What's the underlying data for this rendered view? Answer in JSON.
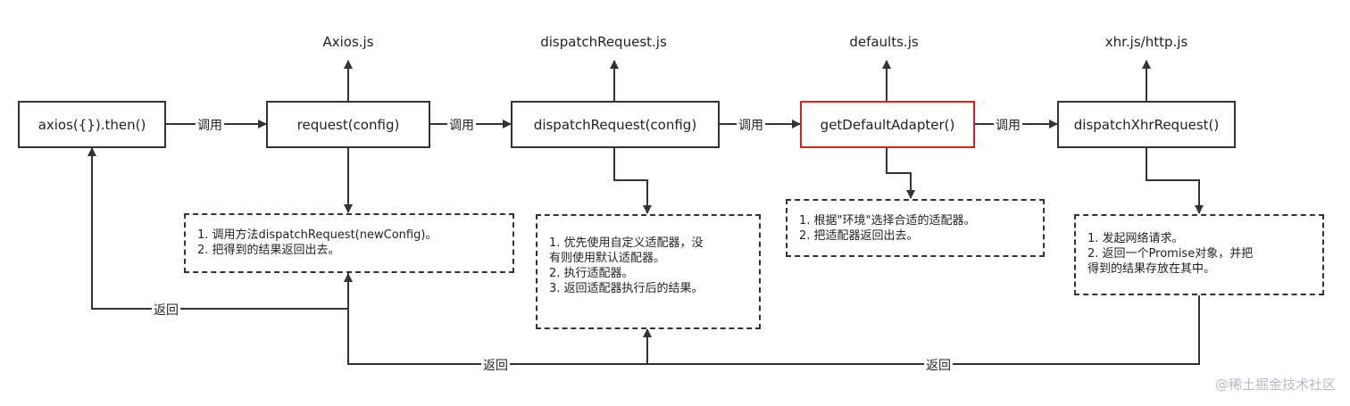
{
  "files": {
    "axios": "Axios.js",
    "dispatch": "dispatchRequest.js",
    "defaults": "defaults.js",
    "xhr": "xhr.js/http.js"
  },
  "boxes": {
    "axios_then": "axios({}).then()",
    "request": "request(config)",
    "dispatch_request": "dispatchRequest(config)",
    "get_default_adapter": "getDefaultAdapter()",
    "dispatch_xhr": "dispatchXhrRequest()"
  },
  "edges": {
    "call": "调用",
    "return": "返回"
  },
  "notes": {
    "request": [
      "1. 调用方法dispatchRequest(newConfig)。",
      "2. 把得到的结果返回出去。"
    ],
    "dispatch": [
      "1. 优先使用自定义适配器，没",
      "有则使用默认适配器。",
      "2. 执行适配器。",
      "3. 返回适配器执行后的结果。"
    ],
    "adapter": [
      "1. 根据\"环境\"选择合适的适配器。",
      "2. 把适配器返回出去。"
    ],
    "xhr": [
      "1. 发起网络请求。",
      "2. 返回一个Promise对象，并把",
      "得到的结果存放在其中。"
    ]
  },
  "watermark": "@稀土掘金技术社区",
  "colors": {
    "line": "#333333",
    "highlight": "#e31b1b",
    "watermark": "#b8bcc2"
  }
}
